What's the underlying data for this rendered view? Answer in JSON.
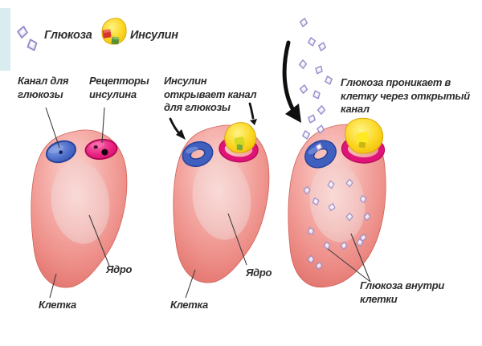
{
  "legend": {
    "glucose_label": "Глюкоза",
    "insulin_label": "Инсулин"
  },
  "panels": [
    {
      "channel_label": "Канал для глюкозы",
      "receptors_label": "Рецепторы инсулина",
      "nucleus_label": "Ядро",
      "cell_label": "Клетка"
    },
    {
      "title": "Инсулин открывает канал для глюкозы",
      "nucleus_label": "Ядро",
      "cell_label": "Клетка"
    },
    {
      "title": "Глюкоза проникает в клетку через открытый канал",
      "glucose_inside_label": "Глюкоза внутри клетки"
    }
  ],
  "colors": {
    "cell_body": "#f0938d",
    "cell_edge": "#d96a63",
    "nucleus": "#f2c3c0",
    "channel_blue": "#4060c0",
    "receptor_magenta": "#e01478",
    "insulin_yellow": "#f2c50a",
    "glucose_crystal": "#edebfa",
    "glucose_outline": "#968dcb",
    "accent_bar": "#d9edf0",
    "text": "#2e2e2e"
  }
}
